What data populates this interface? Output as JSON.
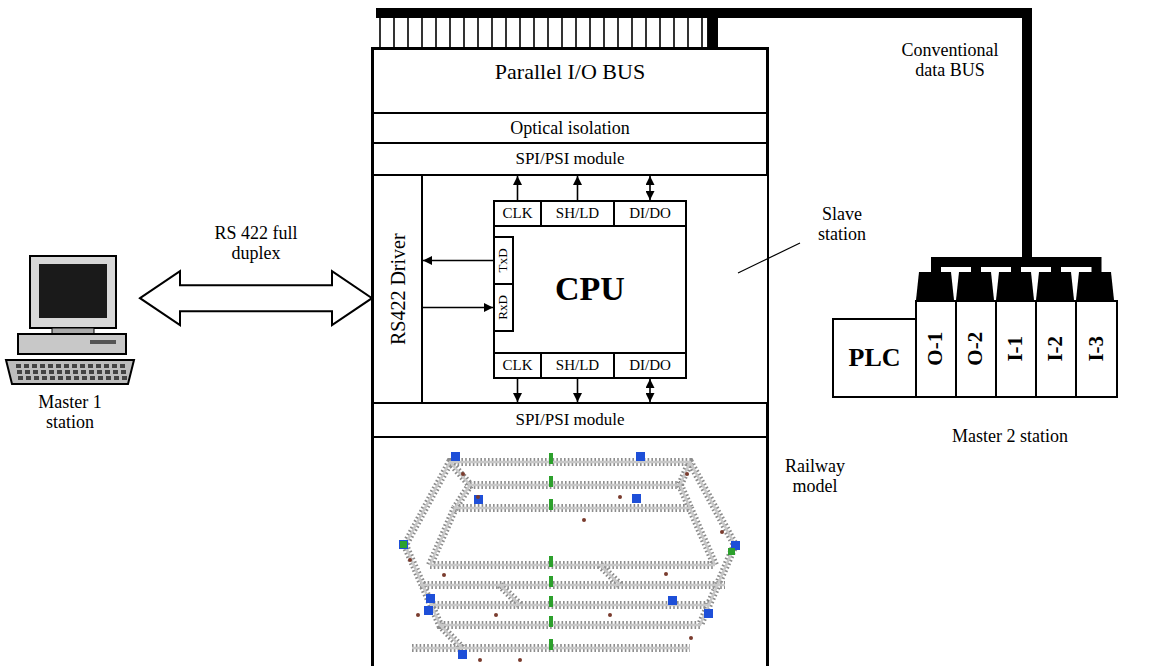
{
  "diagram": {
    "nodes": [
      {
        "text": [
          "Master 1 station"
        ]
      },
      {
        "text": [
          "Parallel I/O BUS"
        ]
      },
      {
        "text": [
          "Optical isolation"
        ]
      },
      {
        "text": [
          "SPI/PSI module"
        ]
      },
      {
        "text": [
          "RS422 Driver"
        ]
      },
      {
        "text": [
          "CPU"
        ]
      },
      {
        "text": [
          "CLK"
        ],
        "in": 5
      },
      {
        "text": [
          "SH/LD"
        ],
        "in": 5
      },
      {
        "text": [
          "DI/DO"
        ],
        "in": 5
      },
      {
        "text": [
          "TxD"
        ],
        "in": 5
      },
      {
        "text": [
          "RxD"
        ],
        "in": 5
      },
      {
        "text": [
          "CLK"
        ],
        "in": 5
      },
      {
        "text": [
          "SH/LD"
        ],
        "in": 5
      },
      {
        "text": [
          "DI/DO"
        ],
        "in": 5
      },
      {
        "text": [
          "SPI/PSI module"
        ]
      },
      {
        "text": [
          "Railway model"
        ]
      },
      {
        "text": [
          "Master 2 station"
        ]
      },
      {
        "text": [
          "PLC"
        ],
        "in": 16
      },
      {
        "text": [
          "O-1"
        ],
        "in": 16
      },
      {
        "text": [
          "O-2"
        ],
        "in": 16
      },
      {
        "text": [
          "I-1"
        ],
        "in": 16
      },
      {
        "text": [
          "I-2"
        ],
        "in": 16
      },
      {
        "text": [
          "I-3"
        ],
        "in": 16
      }
    ],
    "edges": [
      {
        "from": 0,
        "to": 4,
        "arrow": "both",
        "label": "RS 422 full duplex"
      },
      {
        "from": 9,
        "to": 4,
        "arrow": "to"
      },
      {
        "from": 4,
        "to": 10,
        "arrow": "to"
      },
      {
        "from": 6,
        "to": 3,
        "arrow": "to"
      },
      {
        "from": 7,
        "to": 3,
        "arrow": "to"
      },
      {
        "from": 8,
        "to": 3,
        "arrow": "both"
      },
      {
        "from": 11,
        "to": 14,
        "arrow": "to"
      },
      {
        "from": 12,
        "to": 14,
        "arrow": "to"
      },
      {
        "from": 13,
        "to": 14,
        "arrow": "both"
      },
      {
        "from": 1,
        "to": 18,
        "arrow": "none"
      },
      {
        "from": 1,
        "to": 19,
        "arrow": "none"
      },
      {
        "from": 1,
        "to": 20,
        "arrow": "none"
      },
      {
        "from": 1,
        "to": 21,
        "arrow": "none"
      },
      {
        "from": 1,
        "to": 22,
        "arrow": "none"
      }
    ],
    "labels": [
      "Slave station",
      "Conventional data BUS"
    ]
  }
}
